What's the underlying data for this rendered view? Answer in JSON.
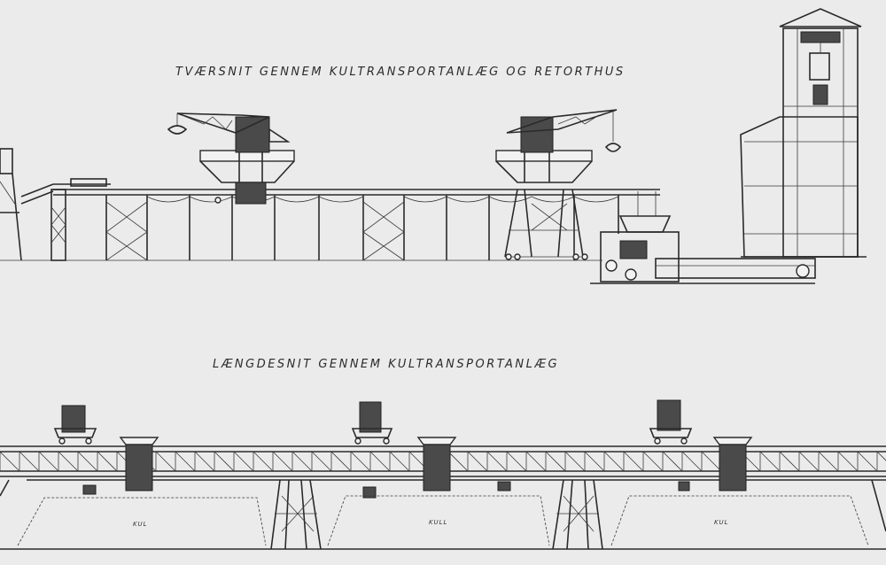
{
  "drawing": {
    "cross_section_title": "TVÆRSNIT GENNEM KULTRANSPORTANLÆG OG RETORTHUS",
    "long_section_title": "LÆNGDESNIT GENNEM KULTRANSPORTANLÆG",
    "bin_labels": [
      "KUL",
      "KULL",
      "KUL"
    ]
  }
}
